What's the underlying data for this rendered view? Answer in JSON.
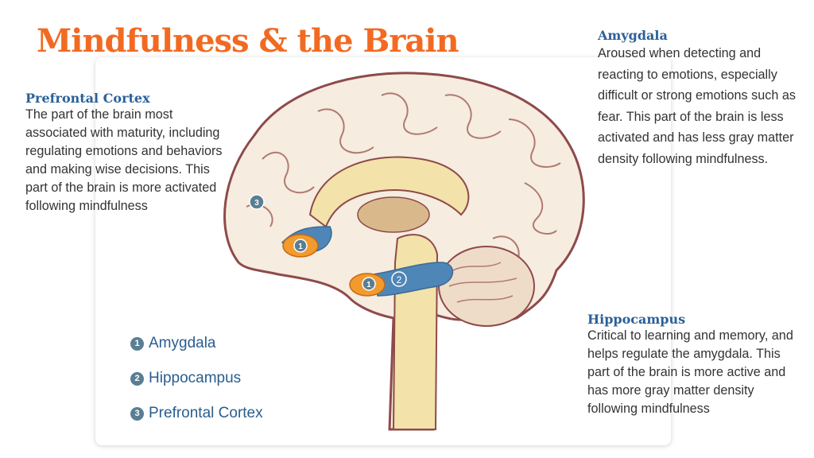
{
  "title": "Mindfulness & the Brain",
  "regions": {
    "prefrontal_cortex": {
      "heading": "Prefrontal Cortex",
      "description": "The part of the brain most associated with maturity, including regulating emotions and behaviors and making wise decisions. This part of the brain is more activated following mindfulness"
    },
    "amygdala": {
      "heading": "Amygdala",
      "description": "Aroused when detecting and reacting to emotions, especially difficult or strong emotions such as fear. This part of the brain is less activated and has less gray matter density following mindfulness."
    },
    "hippocampus": {
      "heading": "Hippocampus",
      "description": "Critical to learning and memory, and helps regulate the amygdala. This part of the brain is more active and has more gray matter density following mindfulness"
    }
  },
  "legend": [
    {
      "num": "1",
      "label": "Amygdala"
    },
    {
      "num": "2",
      "label": "Hippocampus"
    },
    {
      "num": "3",
      "label": "Prefrontal Cortex"
    }
  ],
  "markers": {
    "m1a": "1",
    "m1b": "1",
    "m2": "2",
    "m3": "3"
  },
  "colors": {
    "title": "#f26a22",
    "heading": "#2a6099",
    "brain_fill": "#f6ece0",
    "brain_outline": "#8e4a4a",
    "hippocampus": "#4f86b8",
    "amygdala": "#f29a2e",
    "marker": "#5a7f94"
  }
}
